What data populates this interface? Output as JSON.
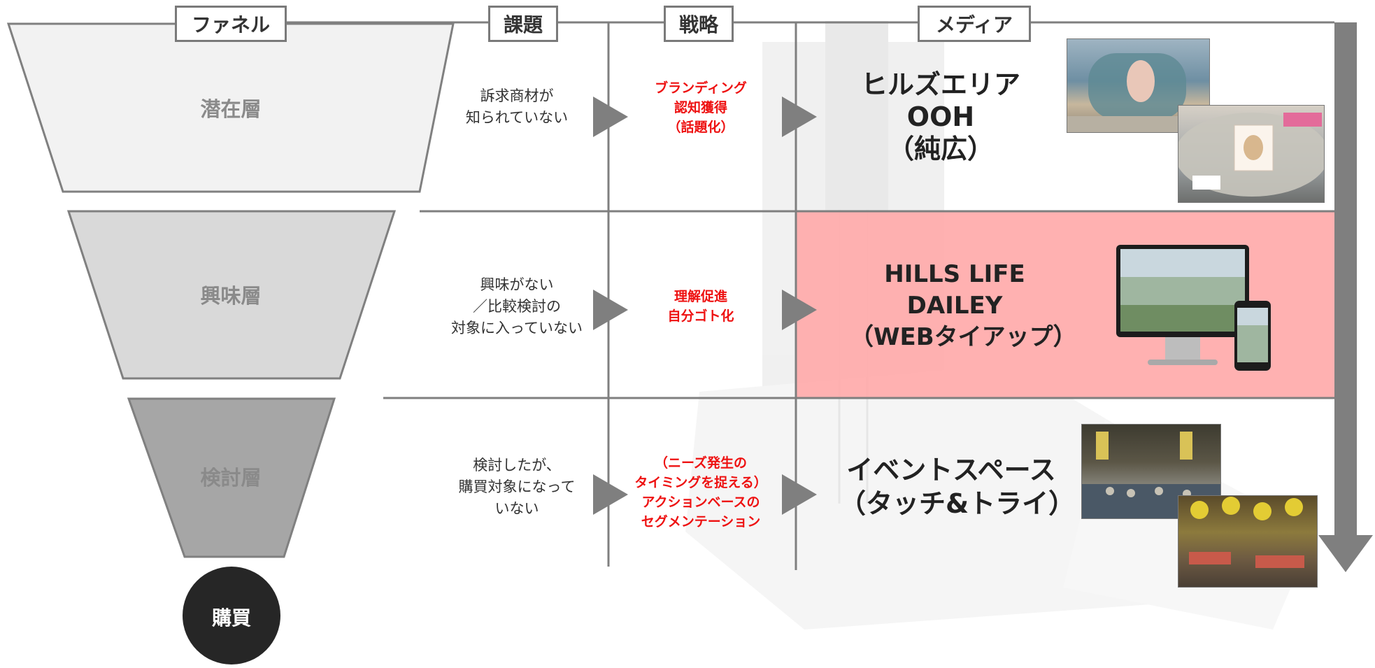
{
  "headers": {
    "funnel": "ファネル",
    "issue": "課題",
    "strategy": "戦略",
    "media": "メディア"
  },
  "rows": [
    {
      "layer": "潜在層",
      "issue": [
        "訴求商材が",
        "知られていない"
      ],
      "strategy": [
        "ブランディング",
        "認知獲得",
        "（話題化）"
      ],
      "media": [
        "ヒルズエリア",
        "OOH",
        "（純広）"
      ]
    },
    {
      "layer": "興味層",
      "issue": [
        "興味がない",
        "／比較検討の",
        "対象に入っていない"
      ],
      "strategy": [
        "理解促進",
        "自分ゴト化"
      ],
      "media": [
        "HILLS LIFE",
        "DAILEY",
        "（WEBタイアップ）"
      ]
    },
    {
      "layer": "検討層",
      "issue": [
        "検討したが、",
        "購買対象になって",
        "いない"
      ],
      "strategy": [
        "（ニーズ発生の",
        "タイミングを捉える）",
        "アクションベースの",
        "セグメンテーション"
      ],
      "media": [
        "イベントスペース",
        "（タッチ&トライ）"
      ]
    }
  ],
  "purchase": "購買",
  "colors": {
    "layer1_fill": "#f2f2f2",
    "layer2_fill": "#d9d9d9",
    "layer3_fill": "#a6a6a6",
    "purchase_fill": "#262626",
    "highlight": "#ffaaaa",
    "arrow": "#7f7f7f",
    "strategy_text": "#ee1111"
  }
}
